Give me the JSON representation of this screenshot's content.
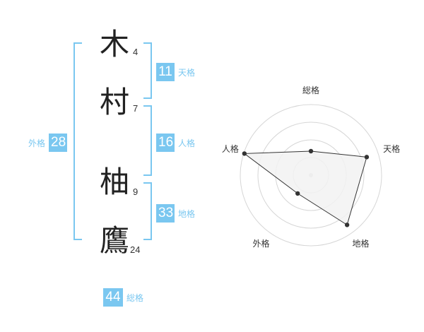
{
  "name": {
    "characters": [
      {
        "char": "木",
        "strokes": "4"
      },
      {
        "char": "村",
        "strokes": "7"
      },
      {
        "char": "柚",
        "strokes": "9"
      },
      {
        "char": "鷹",
        "strokes": "24"
      }
    ]
  },
  "scores": {
    "tenkaku": {
      "value": "11",
      "label": "天格"
    },
    "jinkaku": {
      "value": "16",
      "label": "人格"
    },
    "chikaku": {
      "value": "33",
      "label": "地格"
    },
    "gaikaku": {
      "value": "28",
      "label": "外格"
    },
    "soukaku": {
      "value": "44",
      "label": "総格"
    }
  },
  "chart_data": {
    "type": "radar",
    "axes": [
      "総格",
      "天格",
      "地格",
      "外格",
      "人格"
    ],
    "values": [
      0.34,
      0.83,
      0.87,
      0.32,
      0.99
    ],
    "max": 1,
    "rings": 4,
    "colors": {
      "fill": "#f2f2f2",
      "stroke": "#333333",
      "grid": "#d6d6d6",
      "point": "#333333"
    }
  },
  "colors": {
    "accent": "#7ac7f0",
    "text": "#222222"
  }
}
